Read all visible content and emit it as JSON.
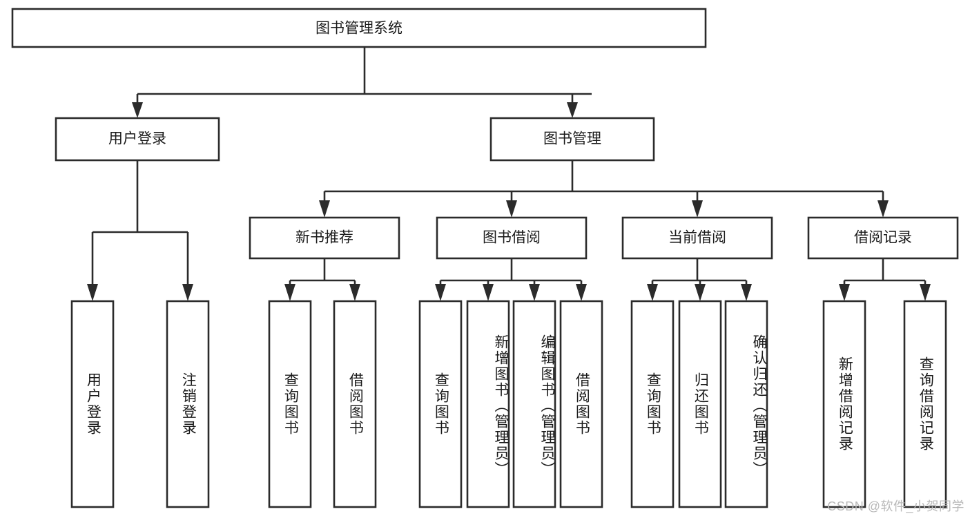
{
  "diagram": {
    "title": "图书管理系统",
    "type": "tree-hierarchy-diagram",
    "colors": {
      "box_stroke": "#2b2b2b",
      "box_fill": "#ffffff",
      "text": "#1a1a1a",
      "background": "#ffffff",
      "watermark": "#b9b9b9"
    },
    "root": {
      "label": "图书管理系统"
    },
    "level2": [
      {
        "label": "用户登录"
      },
      {
        "label": "图书管理"
      }
    ],
    "level3": [
      {
        "label": "新书推荐"
      },
      {
        "label": "图书借阅"
      },
      {
        "label": "当前借阅"
      },
      {
        "label": "借阅记录"
      }
    ],
    "leaves": {
      "user_login": [
        {
          "label": "用户登录"
        },
        {
          "label": "注销登录"
        }
      ],
      "new_book_recommend": [
        {
          "label": "查询图书"
        },
        {
          "label": "借阅图书"
        }
      ],
      "book_borrow": [
        {
          "label": "查询图书"
        },
        {
          "label": "新增图书（管理员）"
        },
        {
          "label": "编辑图书（管理员）"
        },
        {
          "label": "借阅图书"
        }
      ],
      "current_borrow": [
        {
          "label": "查询图书"
        },
        {
          "label": "归还图书"
        },
        {
          "label": "确认归还（管理员）"
        }
      ],
      "borrow_record": [
        {
          "label": "新增借阅记录"
        },
        {
          "label": "查询借阅记录"
        }
      ]
    },
    "watermark": "CSDN @软件_小贺同学"
  }
}
